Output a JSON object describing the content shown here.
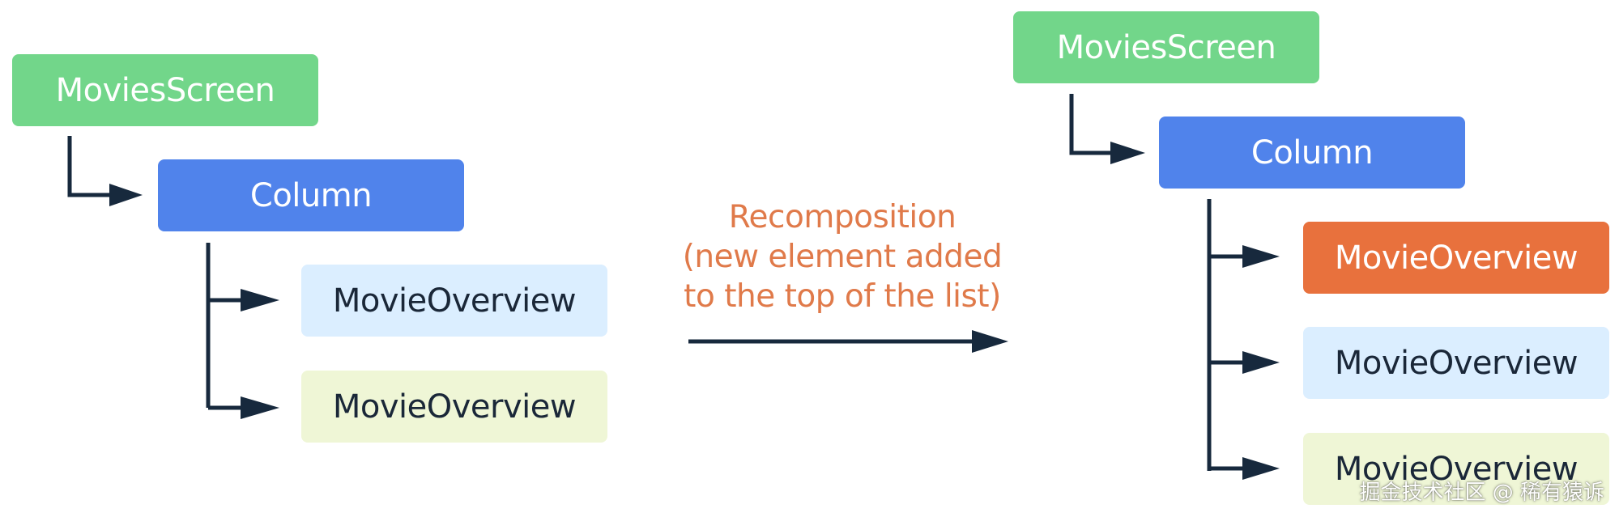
{
  "colors": {
    "screen": "#72d68a",
    "column": "#5083eb",
    "item_light_blue": "#dbeeff",
    "item_light_green": "#eff6d6",
    "item_new": "#e8713d",
    "arrow": "#17293d",
    "caption": "#e07a4a",
    "dark_text": "#1a2738"
  },
  "before": {
    "screen_label": "MoviesScreen",
    "column_label": "Column",
    "items": [
      "MovieOverview",
      "MovieOverview"
    ]
  },
  "transition": {
    "caption_line1": "Recomposition",
    "caption_line2": "(new element added",
    "caption_line3": "to the top of the list)"
  },
  "after": {
    "screen_label": "MoviesScreen",
    "column_label": "Column",
    "items": [
      "MovieOverview",
      "MovieOverview",
      "MovieOverview"
    ]
  },
  "watermark": "掘金技术社区 @ 稀有猿诉"
}
